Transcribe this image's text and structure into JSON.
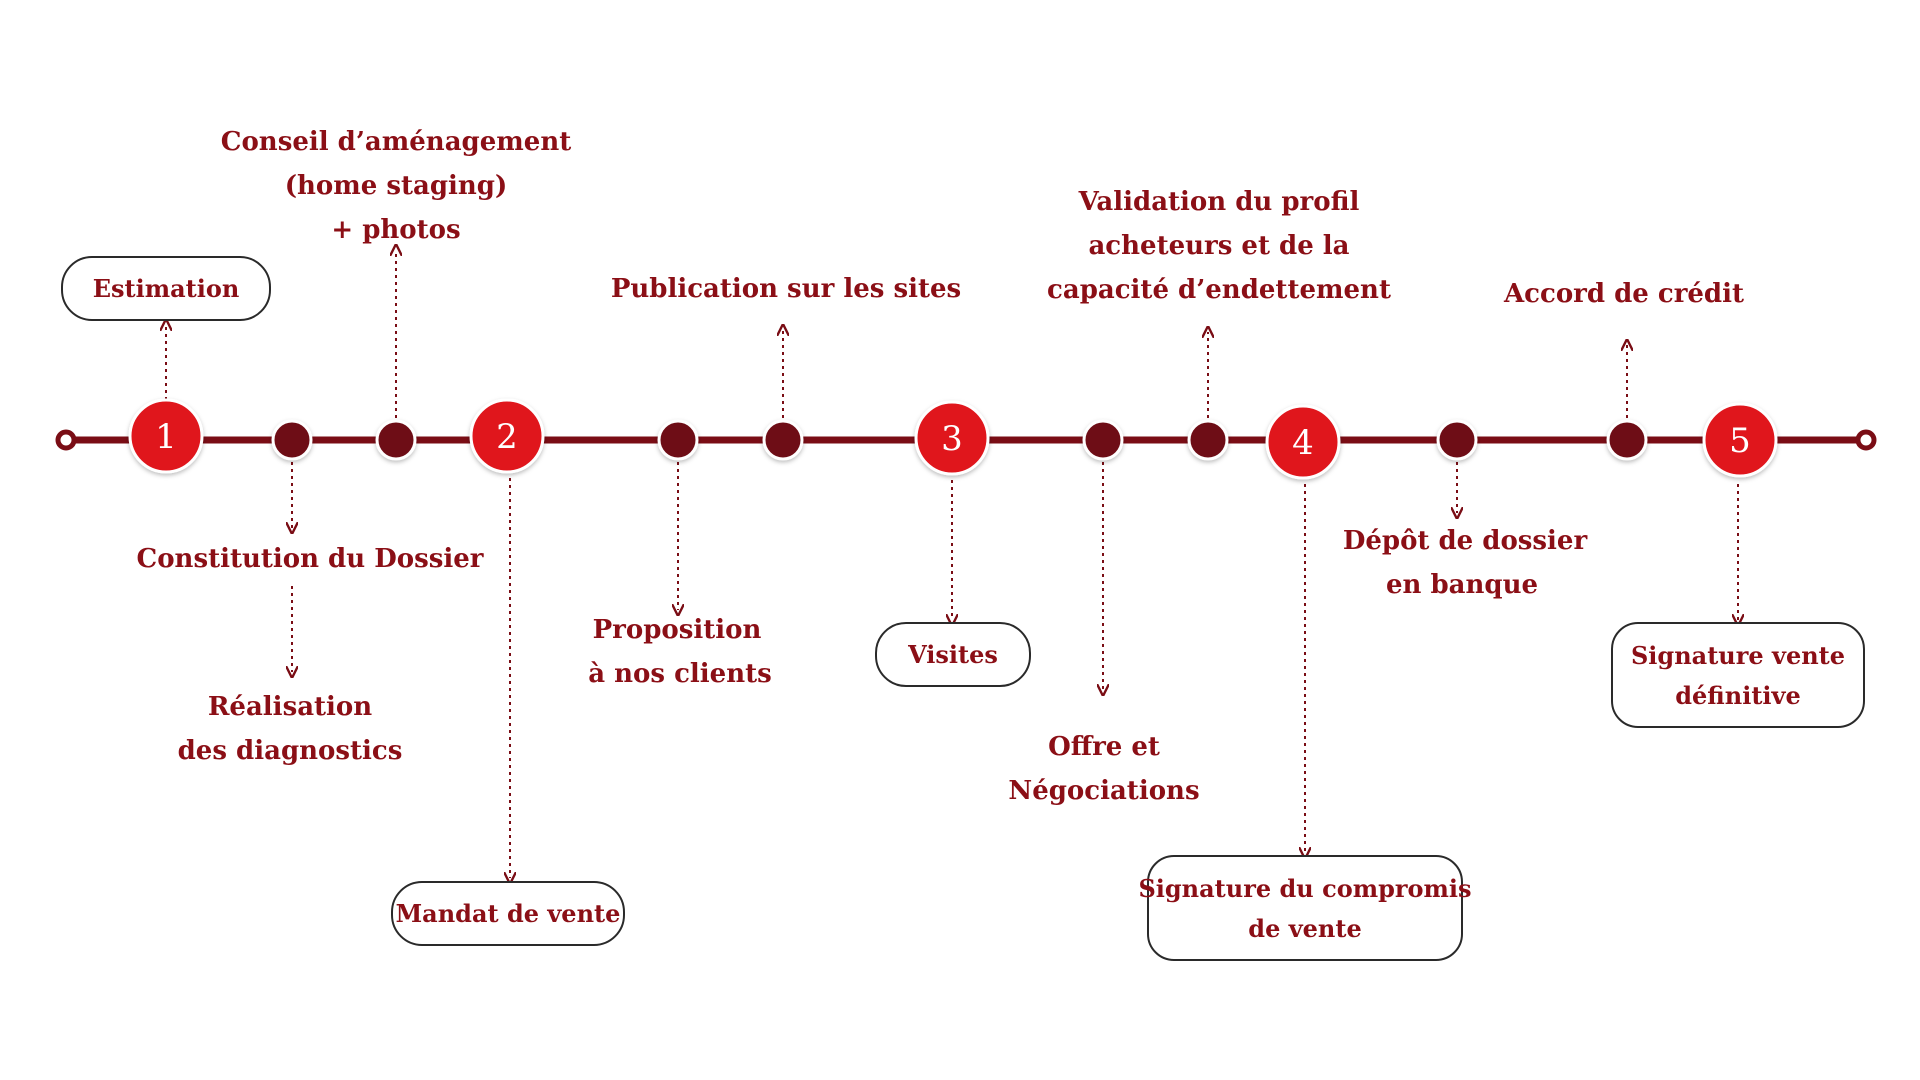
{
  "colors": {
    "line": "#7a0d15",
    "text": "#8b0f16",
    "milestone": "#e0141d",
    "sub_node": "#6e0b13",
    "box_border": "#2a2a2a",
    "background": "#ffffff"
  },
  "milestones": [
    {
      "number": "1"
    },
    {
      "number": "2"
    },
    {
      "number": "3"
    },
    {
      "number": "4"
    },
    {
      "number": "5"
    }
  ],
  "labels": {
    "estimation": "Estimation",
    "conseil": [
      "Conseil d’aménagement",
      "(home staging)",
      "+ photos"
    ],
    "constitution": "Constitution du Dossier",
    "realisation": [
      "Réalisation",
      "des diagnostics"
    ],
    "mandat": "Mandat de vente",
    "publication": "Publication sur les sites",
    "proposition": [
      "Proposition",
      "à nos clients"
    ],
    "visites": "Visites",
    "validation": [
      "Validation du profil",
      "acheteurs et de la",
      "capacité d’endettement"
    ],
    "offre": [
      "Offre et",
      "Négociations"
    ],
    "signature_compromis": [
      "Signature du compromis",
      "de vente"
    ],
    "depot": [
      "Dépôt de dossier",
      "en banque"
    ],
    "accord": "Accord de crédit",
    "signature_definitive": [
      "Signature vente",
      "définitive"
    ]
  }
}
